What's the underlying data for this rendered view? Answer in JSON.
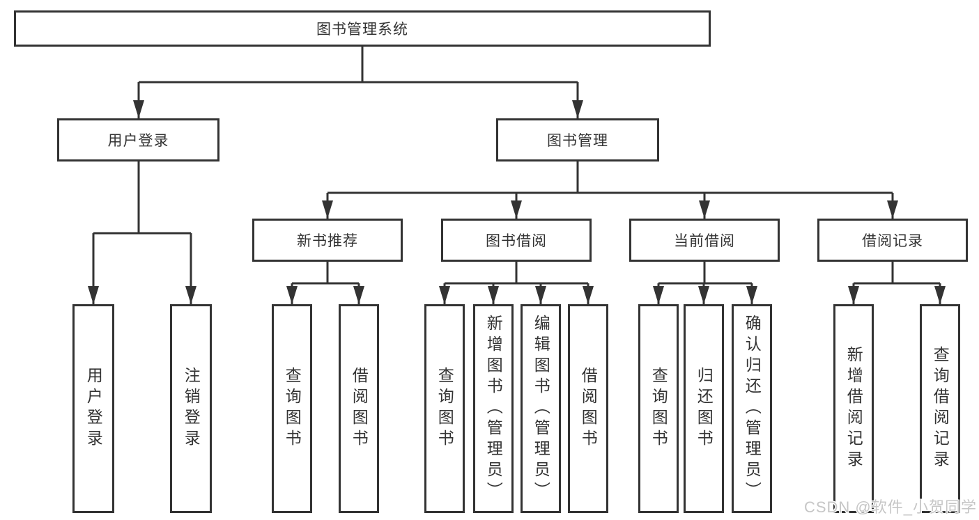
{
  "diagram": {
    "root_label": "图书管理系统",
    "level2": [
      "用户登录",
      "图书管理"
    ],
    "level3": [
      "新书推荐",
      "图书借阅",
      "当前借阅",
      "借阅记录"
    ],
    "leaf_groups": [
      {
        "parent": "用户登录",
        "items": [
          "用户登录",
          "注销登录"
        ]
      },
      {
        "parent": "新书推荐",
        "items": [
          "查询图书",
          "借阅图书"
        ]
      },
      {
        "parent": "图书借阅",
        "items": [
          "查询图书",
          "新增图书（管理员）",
          "编辑图书（管理员）",
          "借阅图书"
        ]
      },
      {
        "parent": "当前借阅",
        "items": [
          "查询图书",
          "归还图书",
          "确认归还（管理员）"
        ]
      },
      {
        "parent": "借阅记录",
        "items": [
          "新增借阅记录",
          "查询借阅记录"
        ]
      }
    ]
  },
  "watermark": "CSDN @软件_小贺同学",
  "colors": {
    "line": "#333333",
    "box_border": "#333333",
    "text": "#333333",
    "box_background": "#ffffff",
    "page_background": "#ffffff",
    "watermark": "#c6c6c6"
  }
}
